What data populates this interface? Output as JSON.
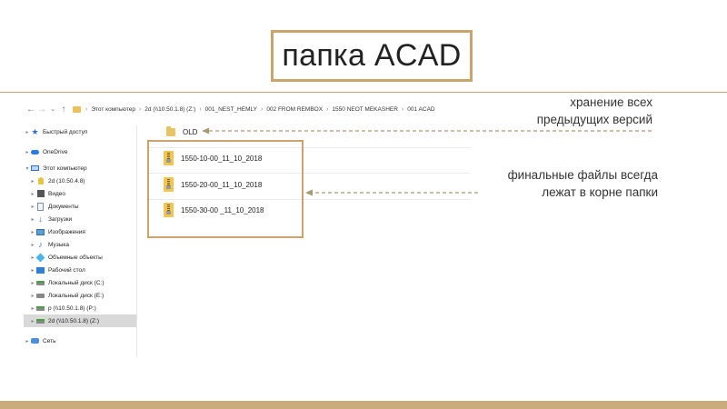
{
  "slide": {
    "title": "папка ACAD",
    "annotation_1_line1": "хранение всех",
    "annotation_1_line2": "предыдущих версий",
    "annotation_2_line1": "финальные файлы всегда",
    "annotation_2_line2": "лежат в корне папки"
  },
  "address_bar": {
    "crumbs": [
      "Этот компьютер",
      "2d (\\\\10.50.1.8) (Z:)",
      "001_NEST_HEMLY",
      "002 FROM REMBOX",
      "1550 NEOT MEKASHER",
      "001 ACAD"
    ]
  },
  "sidebar": {
    "items": [
      {
        "label": "Быстрый доступ",
        "icon": "star-icon"
      },
      {
        "label": "OneDrive",
        "icon": "cloud-icon"
      },
      {
        "label": "Этот компьютер",
        "icon": "computer-icon"
      },
      {
        "label": "2d (10.50.4.8)",
        "icon": "bulb-icon"
      },
      {
        "label": "Видео",
        "icon": "video-icon"
      },
      {
        "label": "Документы",
        "icon": "document-icon"
      },
      {
        "label": "Загрузки",
        "icon": "download-icon"
      },
      {
        "label": "Изображения",
        "icon": "image-icon"
      },
      {
        "label": "Музыка",
        "icon": "music-icon"
      },
      {
        "label": "Объемные объекты",
        "icon": "cube-icon"
      },
      {
        "label": "Рабочий стол",
        "icon": "desktop-icon"
      },
      {
        "label": "Локальный диск (C:)",
        "icon": "drive-icon"
      },
      {
        "label": "Локальный диск (E:)",
        "icon": "drive-icon"
      },
      {
        "label": "p (\\\\10.50.1.8) (P:)",
        "icon": "network-drive-icon"
      },
      {
        "label": "2d (\\\\10.50.1.8) (Z:)",
        "icon": "network-drive-icon"
      },
      {
        "label": "Сеть",
        "icon": "network-icon"
      }
    ],
    "selected": "2d (\\\\10.50.1.8) (Z:)"
  },
  "files": {
    "folder": "OLD",
    "zips": [
      "1550-10-00_11_10_2018",
      "1550-20-00_11_10_2018",
      "1550-30-00 _11_10_2018"
    ]
  },
  "colors": {
    "accent": "#c9a46c",
    "arrow": "#a99870"
  }
}
